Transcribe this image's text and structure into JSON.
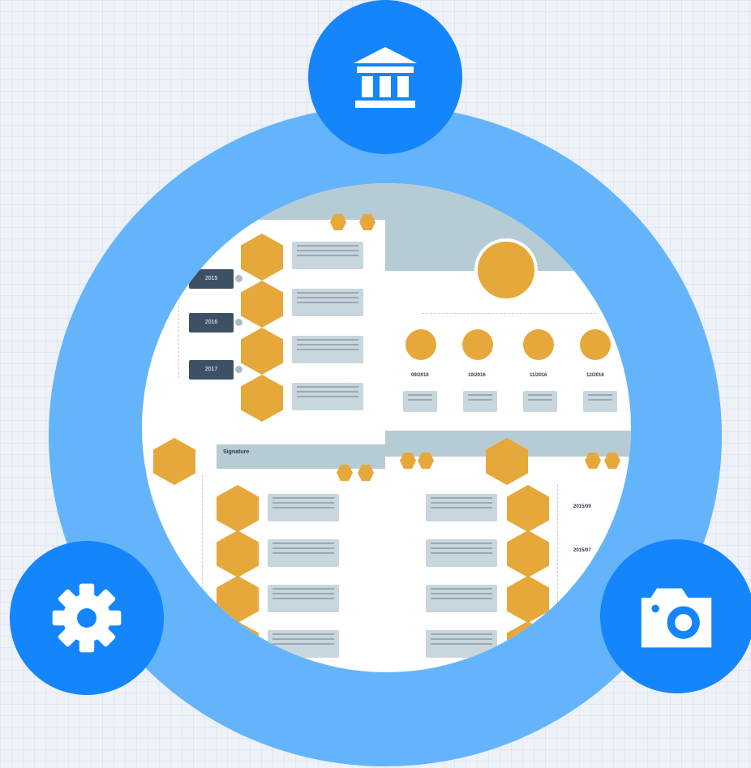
{
  "badges": {
    "top": {
      "icon": "bank-icon"
    },
    "left": {
      "icon": "gear-icon"
    },
    "right": {
      "icon": "camera-icon"
    }
  },
  "colors": {
    "ring": "#64b4fb",
    "badge": "#1485fb",
    "accent": "#e6a83a",
    "dark": "#3d5066",
    "panel": "#b6ccd5"
  },
  "preview": {
    "years": [
      "2015",
      "2016",
      "2017"
    ],
    "dates": [
      "09/2016",
      "10/2016",
      "11/2016",
      "12/2016"
    ],
    "bottom_left_title": "Signature",
    "side_labels": [
      "2015/09",
      "2015/07"
    ]
  }
}
